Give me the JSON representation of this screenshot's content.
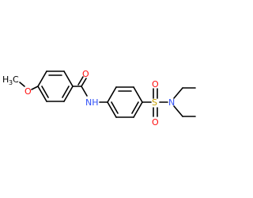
{
  "molecule": {
    "atom_labels": {
      "methyl_h3c": "H",
      "methyl_h3c_sub": "3",
      "methyl_c": "C",
      "ether_o": "O",
      "carbonyl_o": "O",
      "amide_n": "NH",
      "sulfonyl_s": "S",
      "sulfonyl_o_top": "O",
      "sulfonyl_o_bottom": "O",
      "amine_n": "N"
    },
    "colors": {
      "carbon_bond": "#000000",
      "oxygen": "#ff0d0d",
      "nitrogen": "#3050f8",
      "sulfur": "#c8a000"
    }
  }
}
